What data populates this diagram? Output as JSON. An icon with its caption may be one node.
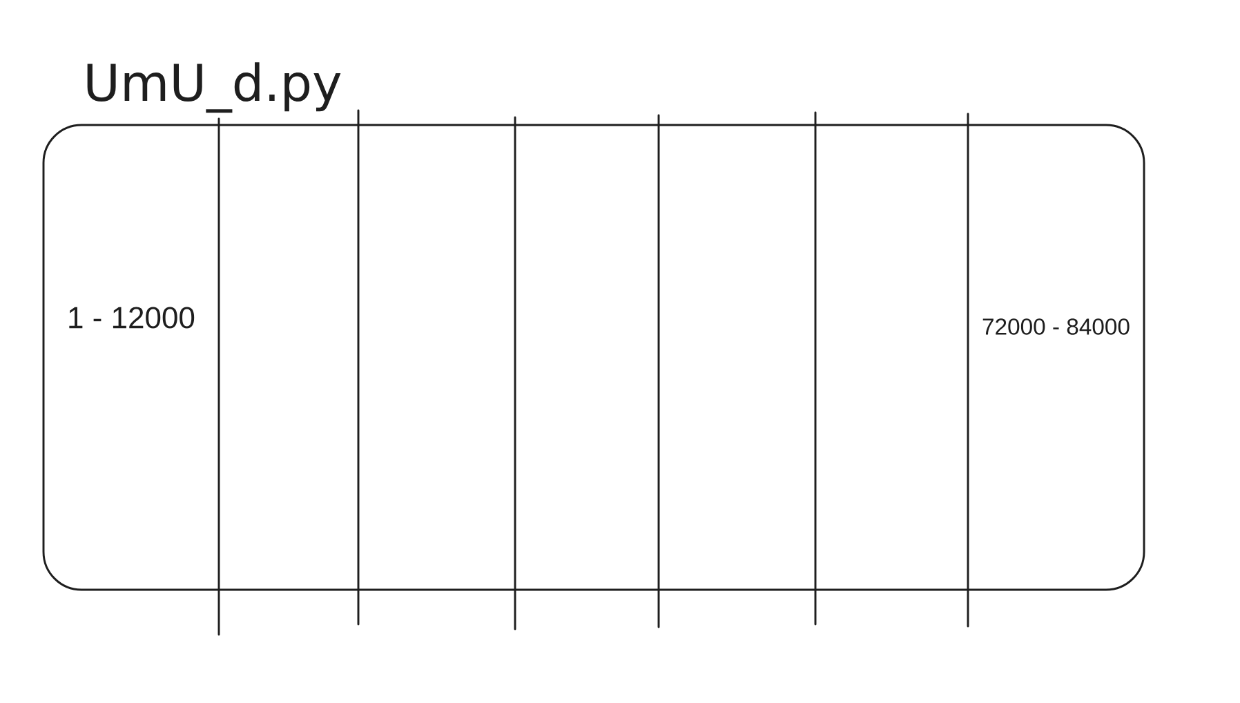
{
  "diagram": {
    "title": "UmU_d.py",
    "nodes": [
      {
        "text": [
          "1 - 12000",
          "72000 - 84000"
        ]
      }
    ]
  }
}
